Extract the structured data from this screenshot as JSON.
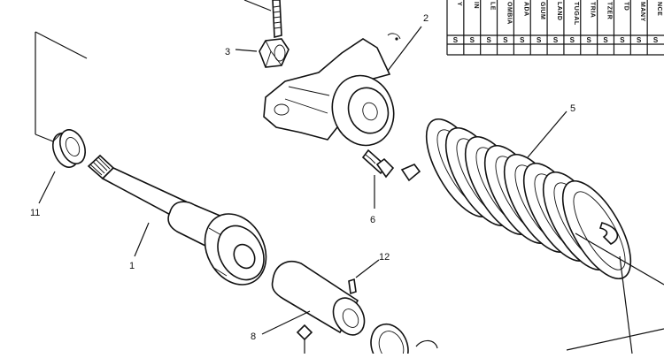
{
  "callouts": {
    "c1": "1",
    "c2": "2",
    "c3": "3",
    "c5": "5",
    "c6": "6",
    "c8": "8",
    "c11": "11",
    "c12": "12"
  },
  "table": {
    "headers": [
      "Y",
      "IN",
      "LE",
      "OMBIA",
      "ADA",
      "GIUM",
      "LAND",
      "TUGAL",
      "TRIA",
      "TZER",
      "TD",
      "MANY",
      "NCE"
    ],
    "cells": [
      "S",
      "S",
      "S",
      "S",
      "S",
      "S",
      "S",
      "S",
      "S",
      "S",
      "S",
      "S",
      "S"
    ]
  },
  "icons": {
    "part1": "idler-shaft-icon",
    "part2": "bracket-housing-icon",
    "part3": "nut-icon",
    "part5": "coil-spring-icon",
    "part6": "bolt-icon",
    "part8": "pin-cylinder-icon",
    "part11": "bushing-ring-icon",
    "part12": "small-pin-icon"
  }
}
